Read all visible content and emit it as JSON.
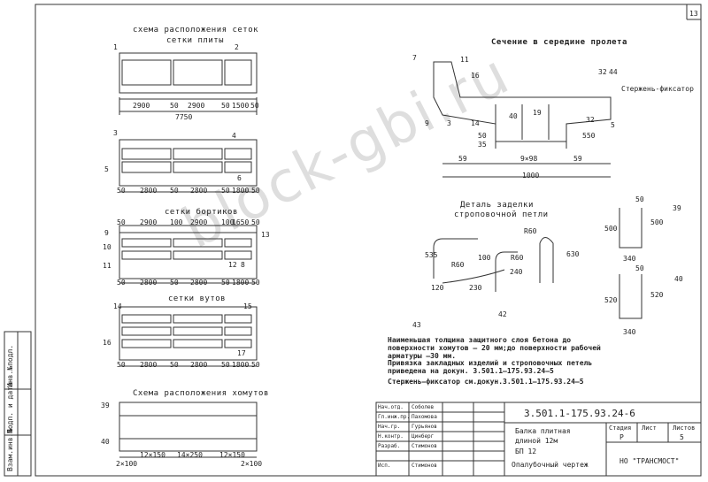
{
  "page_number": "13",
  "watermark": "block-gbi.ru",
  "left_plan": {
    "title_scheme": "схема расположения сеток",
    "title_slab": "сетки плиты",
    "slab_callouts": [
      "1",
      "2"
    ],
    "slab_dims": [
      "2900",
      "50",
      "2900",
      "50",
      "1500",
      "50"
    ],
    "slab_total": "7750",
    "mesh2_callouts": [
      "3",
      "4",
      "5",
      "6"
    ],
    "mesh2_dims": [
      "50",
      "2800",
      "50",
      "2800",
      "50",
      "1800",
      "50"
    ],
    "title_side": "сетки бортиков",
    "side_top_dims": [
      "50",
      "2900",
      "100",
      "2900",
      "100",
      "1650",
      "50"
    ],
    "side_callouts": [
      "9",
      "10",
      "11",
      "12",
      "13",
      "8"
    ],
    "side_bottom_dims": [
      "50",
      "2800",
      "50",
      "2800",
      "50",
      "1800",
      "50"
    ],
    "title_vut": "сетки вутов",
    "vut_callouts": [
      "14",
      "15",
      "16",
      "17"
    ],
    "vut_dims": [
      "50",
      "2800",
      "50",
      "2800",
      "50",
      "1800",
      "50"
    ],
    "title_stirrups": "Схема расположения хомутов",
    "stirrup_callouts": [
      "39",
      "40"
    ],
    "stirrup_dims": [
      "2×100",
      "12×150",
      "14×250",
      "12×150",
      "2×100"
    ]
  },
  "section": {
    "title": "Сечение в середине пролета",
    "callouts": [
      "7",
      "11",
      "16",
      "32",
      "44",
      "3",
      "14",
      "40",
      "19",
      "32",
      "5",
      "9"
    ],
    "rod_label": "Стержень-фиксатор",
    "dims": [
      "50",
      "35",
      "59",
      "9×98",
      "59",
      "550",
      "1000"
    ]
  },
  "loop": {
    "title_line1": "Деталь заделки",
    "title_line2": "строповочной петли",
    "dims": [
      "R60",
      "535",
      "100",
      "R60",
      "240",
      "630",
      "R60",
      "230",
      "120",
      "43",
      "42"
    ]
  },
  "stirrups_detail": [
    {
      "label": "39",
      "w": "340",
      "h1": "500",
      "h2": "500",
      "top": "50"
    },
    {
      "label": "40",
      "w": "340",
      "h1": "520",
      "h2": "520",
      "top": "50"
    }
  ],
  "notes": [
    "Наименьшая толщина защитного слоя бетона до поверхности хомутов – 20 мм;до поверхности рабочей арматуры –30 мм.",
    "Привязка закладных изделий и строповочных петель приведена на докун. 3.501.1–175.93.24–5",
    "Стержень–фиксатор см.докун.3.501.1–175.93.24–5"
  ],
  "stamp": {
    "code": "3.501.1-175.93.24-6",
    "name_line1": "Балка плитная",
    "name_line2": "длиной 12м",
    "name_line3": "БП 12",
    "name_line4": "Опалубочный чертеж",
    "stage_label": "Стадия",
    "sheet_label": "Лист",
    "sheets_label": "Листов",
    "stage": "Р",
    "sheets": "5",
    "org": "НО \"ТРАНСМОСТ\"",
    "roles": [
      "Нач.отд.",
      "Гл.инж.пр.",
      "Нач.гр.",
      "Н.контр.",
      "Разраб.",
      "Исп."
    ],
    "people": [
      "Соболев",
      "Пахомова",
      "Гурьянов",
      "Цинберг",
      "Стимонов",
      "Стимонов"
    ]
  },
  "sidebar": [
    "Инв.№подл.",
    "Подп. и дата",
    "Взам.инв.№"
  ]
}
